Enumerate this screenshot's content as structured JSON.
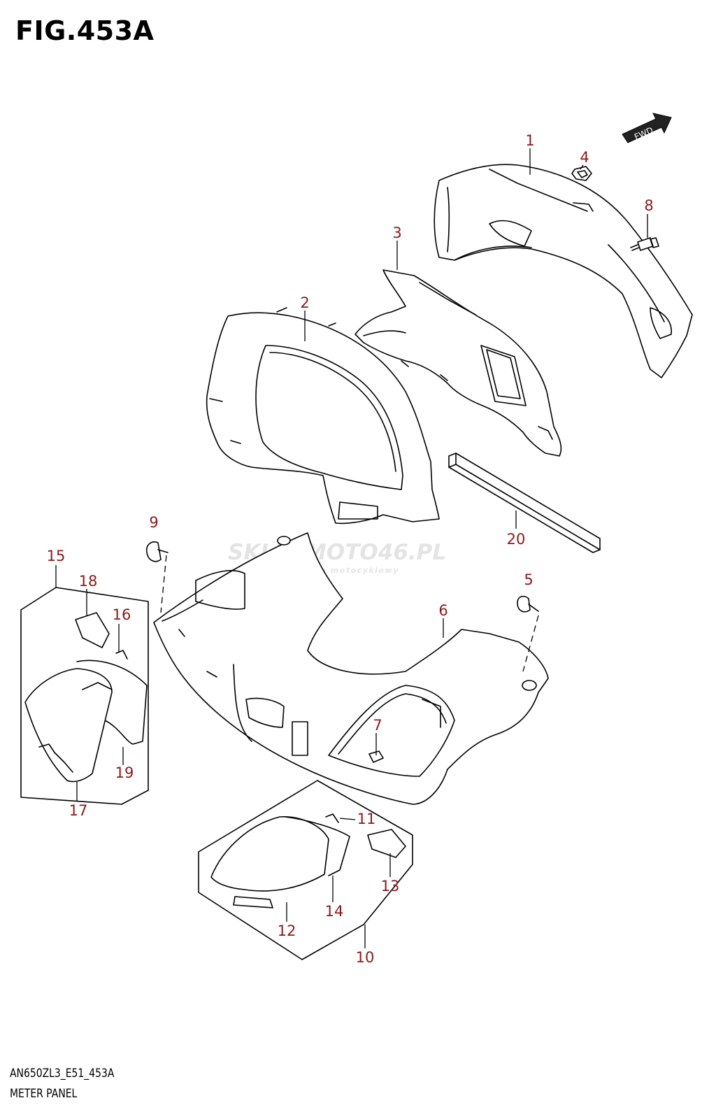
{
  "figure": {
    "title": "FIG.453A"
  },
  "footer": {
    "code": "AN650ZL3_E51_453A",
    "name": "METER PANEL"
  },
  "fwd_arrow": {
    "label": "FWD"
  },
  "watermark": {
    "brand": "SKLEPMOTO46.PL",
    "tagline": "internetowy sklep motocyklowy"
  },
  "callouts": {
    "c1": "1",
    "c2": "2",
    "c3": "3",
    "c4": "4",
    "c5": "5",
    "c6": "6",
    "c7": "7",
    "c8": "8",
    "c9": "9",
    "c10": "10",
    "c11": "11",
    "c12": "12",
    "c13": "13",
    "c14": "14",
    "c15": "15",
    "c16": "16",
    "c17": "17",
    "c18": "18",
    "c19": "19",
    "c20": "20"
  },
  "colors": {
    "callout": "#8b1a1a",
    "line": "#000000",
    "watermark": "#d0d0d0",
    "watermark_accent": "#e8b4b4"
  }
}
